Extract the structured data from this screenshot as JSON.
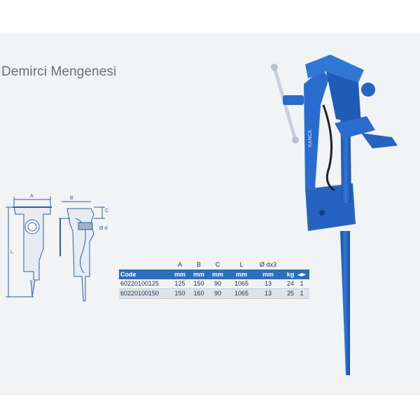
{
  "title": "Demirci Mengenesi",
  "drawing_labels": {
    "a": "A",
    "b": "B",
    "c": "C",
    "l": "L",
    "d": "Ø d"
  },
  "table": {
    "dimension_headers": [
      "A",
      "B",
      "C",
      "L",
      "Ø dx3"
    ],
    "unit_headers": {
      "code": "Code",
      "a": "mm",
      "b": "mm",
      "c": "mm",
      "l": "mm",
      "d": "mm",
      "kg": "kg",
      "qty_icon": "box-icon"
    },
    "rows": [
      {
        "code": "60220100125",
        "a": "125",
        "b": "150",
        "c": "90",
        "l": "1065",
        "d": "13",
        "kg": "24",
        "qty": "1"
      },
      {
        "code": "60220100150",
        "a": "150",
        "b": "160",
        "c": "90",
        "l": "1065",
        "d": "13",
        "kg": "25",
        "qty": "1"
      }
    ]
  },
  "product": {
    "brand_mark": "KANCA"
  },
  "colors": {
    "panel_bg": "#f1f3f5",
    "header_blue": "#2e6fb7",
    "vise_blue": "#2766c4",
    "drawing_line": "#2f5f9e"
  }
}
